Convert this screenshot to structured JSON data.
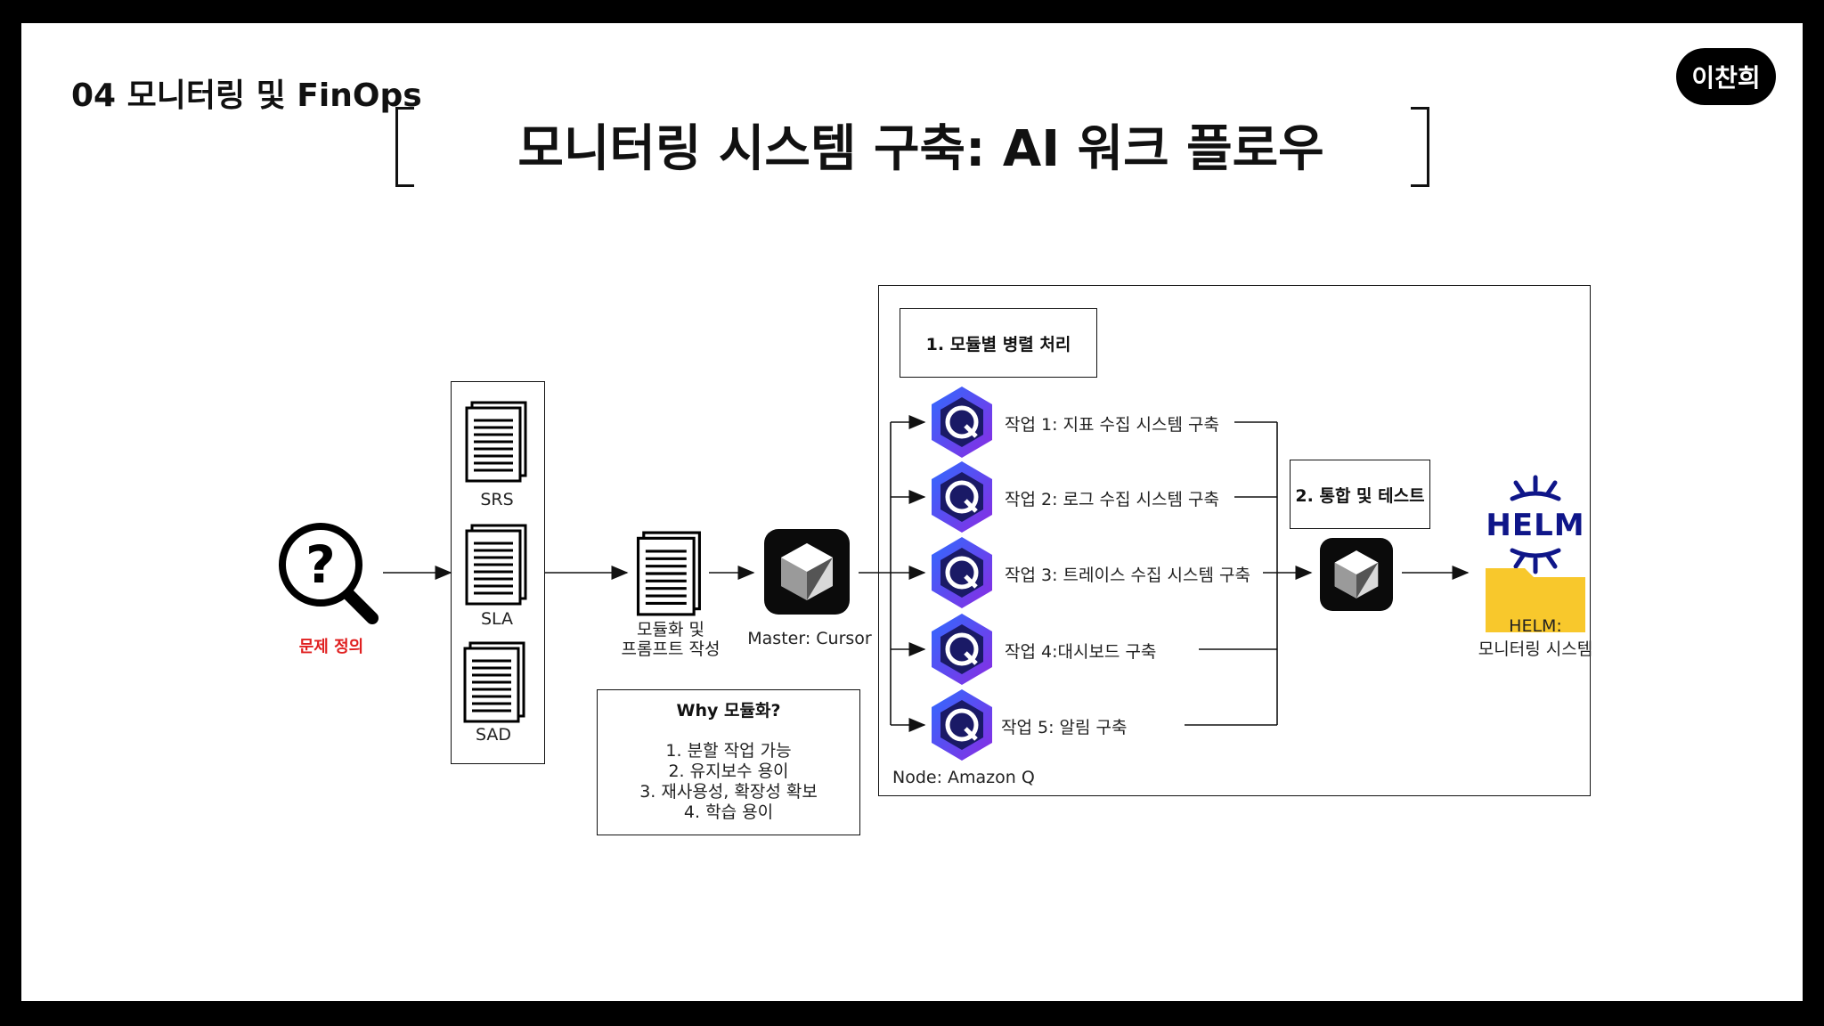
{
  "header": {
    "section_title": "04 모니터링 및 FinOps",
    "author": "이찬희",
    "main_title": "모니터링  시스템 구축: AI 워크 플로우"
  },
  "diagram": {
    "problem_label": "문제 정의",
    "docs": [
      "SRS",
      "SLA",
      "SAD"
    ],
    "prompt_label_line1": "모듈화 및",
    "prompt_label_line2": "프롬프트 작성",
    "master_label": "Master: Cursor",
    "why": {
      "title": "Why 모듈화?",
      "items": [
        "1. 분할 작업 가능",
        "2. 유지보수 용이",
        "3. 재사용성, 확장성 확보",
        "4. 학습 용이"
      ]
    },
    "parallel_title": "1. 모듈별 병렬 처리",
    "tasks": [
      "작업 1: 지표 수집 시스템 구축",
      "작업 2:  로그 수집 시스템 구축",
      "작업 3: 트레이스 수집 시스템 구축",
      "작업 4:대시보드 구축",
      "작업 5: 알림 구축"
    ],
    "node_label": "Node: Amazon Q",
    "integration_title": "2. 통합 및 테스트",
    "helm_logo_text": "HELM",
    "helm_label_line1": "HELM:",
    "helm_label_line2": "모니터링 시스템"
  },
  "colors": {
    "problem_red": "#e02020",
    "hex_blue": "#3a3fd6",
    "hex_purple": "#8a2be2",
    "helm_navy": "#0f1689",
    "folder_yellow": "#f8c82c"
  }
}
